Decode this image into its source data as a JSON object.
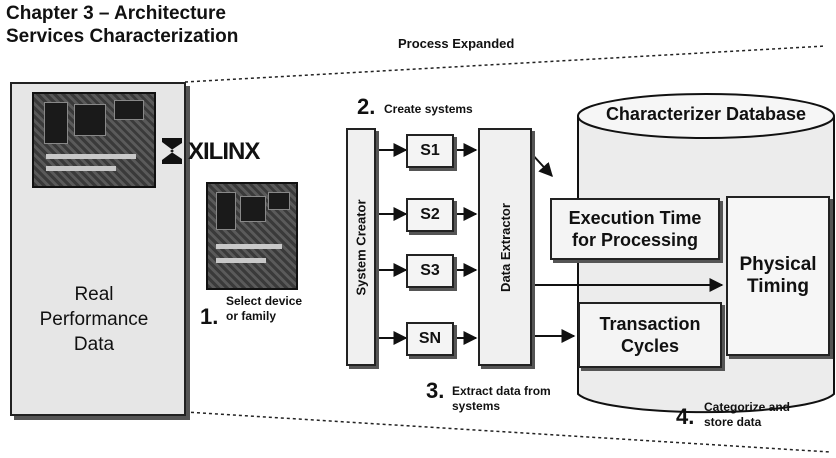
{
  "header": {
    "title_line1": "Chapter 3 – Architecture",
    "title_line2": "Services Characterization",
    "process_label": "Process Expanded"
  },
  "left_panel": {
    "logo_text": "XILINX",
    "database": {
      "line1": "Real",
      "line2": "Performance",
      "line3": "Data"
    }
  },
  "steps": {
    "step1": {
      "number": "1.",
      "line1": "Select device",
      "line2": "or family"
    },
    "step2": {
      "number": "2.",
      "text": "Create systems"
    },
    "step3": {
      "number": "3.",
      "line1": "Extract data from",
      "line2": "systems"
    },
    "step4": {
      "number": "4.",
      "line1": "Categorize and",
      "line2": "store data"
    }
  },
  "flow": {
    "system_creator": "System Creator",
    "data_extractor": "Data Extractor",
    "systems": [
      "S1",
      "S2",
      "S3",
      "SN"
    ]
  },
  "characterizer": {
    "title": "Characterizer Database",
    "execution_line1": "Execution Time",
    "execution_line2": "for Processing",
    "transaction_line1": "Transaction",
    "transaction_line2": "Cycles",
    "physical_line1": "Physical",
    "physical_line2": "Timing"
  },
  "colors": {
    "panel": "#e6e6e6",
    "box": "#f4f4f4",
    "shadow": "#555555",
    "stroke": "#222222"
  }
}
